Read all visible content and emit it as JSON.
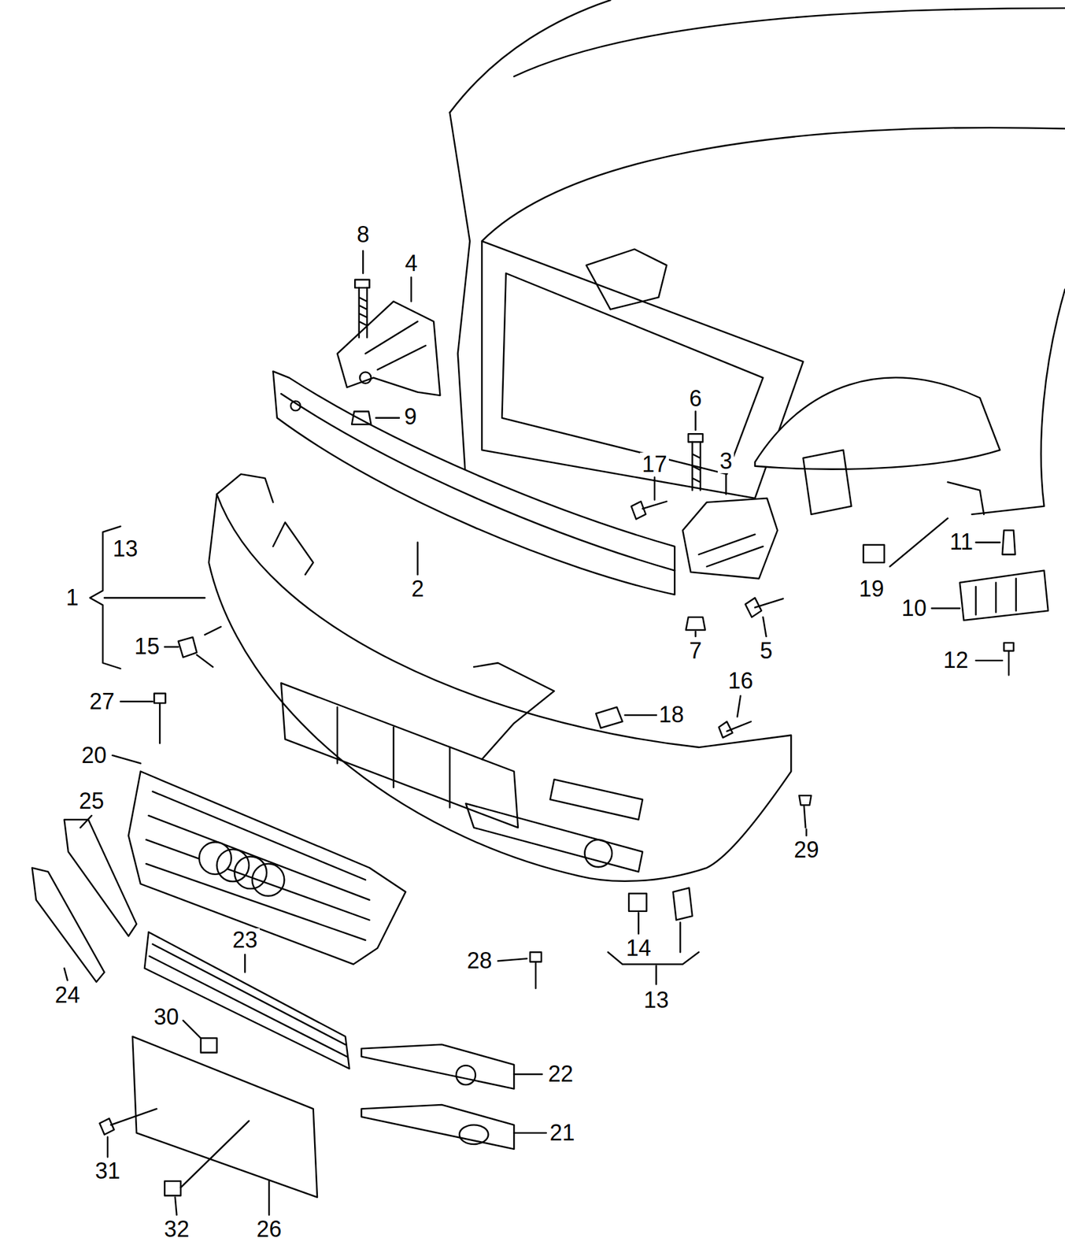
{
  "diagram": {
    "labels": [
      "8",
      "4",
      "9",
      "6",
      "17",
      "3",
      "13",
      "1",
      "2",
      "11",
      "19",
      "10",
      "15",
      "7",
      "5",
      "12",
      "16",
      "27",
      "18",
      "20",
      "25",
      "29",
      "14",
      "28",
      "23",
      "13",
      "24",
      "30",
      "22",
      "21",
      "31",
      "32",
      "26"
    ]
  }
}
